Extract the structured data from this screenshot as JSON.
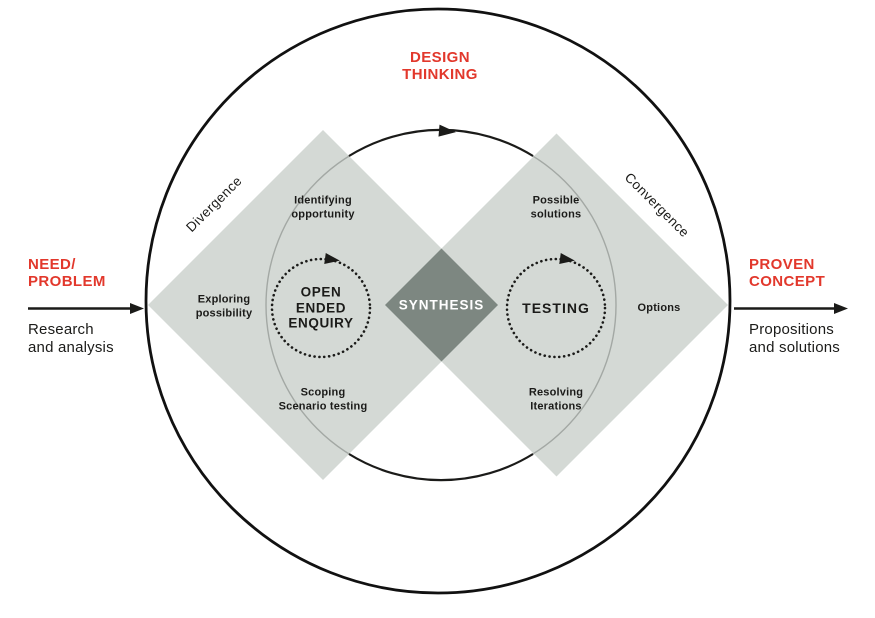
{
  "title": {
    "text": "DESIGN\nTHINKING"
  },
  "input": {
    "title": "NEED/\nPROBLEM",
    "subtitle": "Research\nand analysis"
  },
  "output": {
    "title": "PROVEN\nCONCEPT",
    "subtitle": "Propositions\nand solutions"
  },
  "divergence": {
    "phase_label": "Divergence",
    "top_label": "Identifying\nopportunity",
    "side_label": "Exploring\npossibility",
    "bottom_label": "Scoping\nScenario testing",
    "core_label": "OPEN\nENDED\nENQUIRY"
  },
  "convergence": {
    "phase_label": "Convergence",
    "top_label": "Possible\nsolutions",
    "side_label": "Options",
    "bottom_label": "Resolving\nIterations",
    "core_label": "TESTING"
  },
  "synthesis": {
    "label": "SYNTHESIS"
  },
  "icons": {
    "cycle_arrow": "clockwise-arrowhead",
    "loop_arrow": "clockwise-arrowhead",
    "flow_arrow": "right-arrowhead"
  },
  "colors": {
    "accent_red": "#e2382c",
    "diamond_light": "#d4d9d5",
    "diamond_dark": "#7d8781",
    "line_black": "#1b1b19",
    "inner_circle_gray": "#a3a8a4"
  }
}
